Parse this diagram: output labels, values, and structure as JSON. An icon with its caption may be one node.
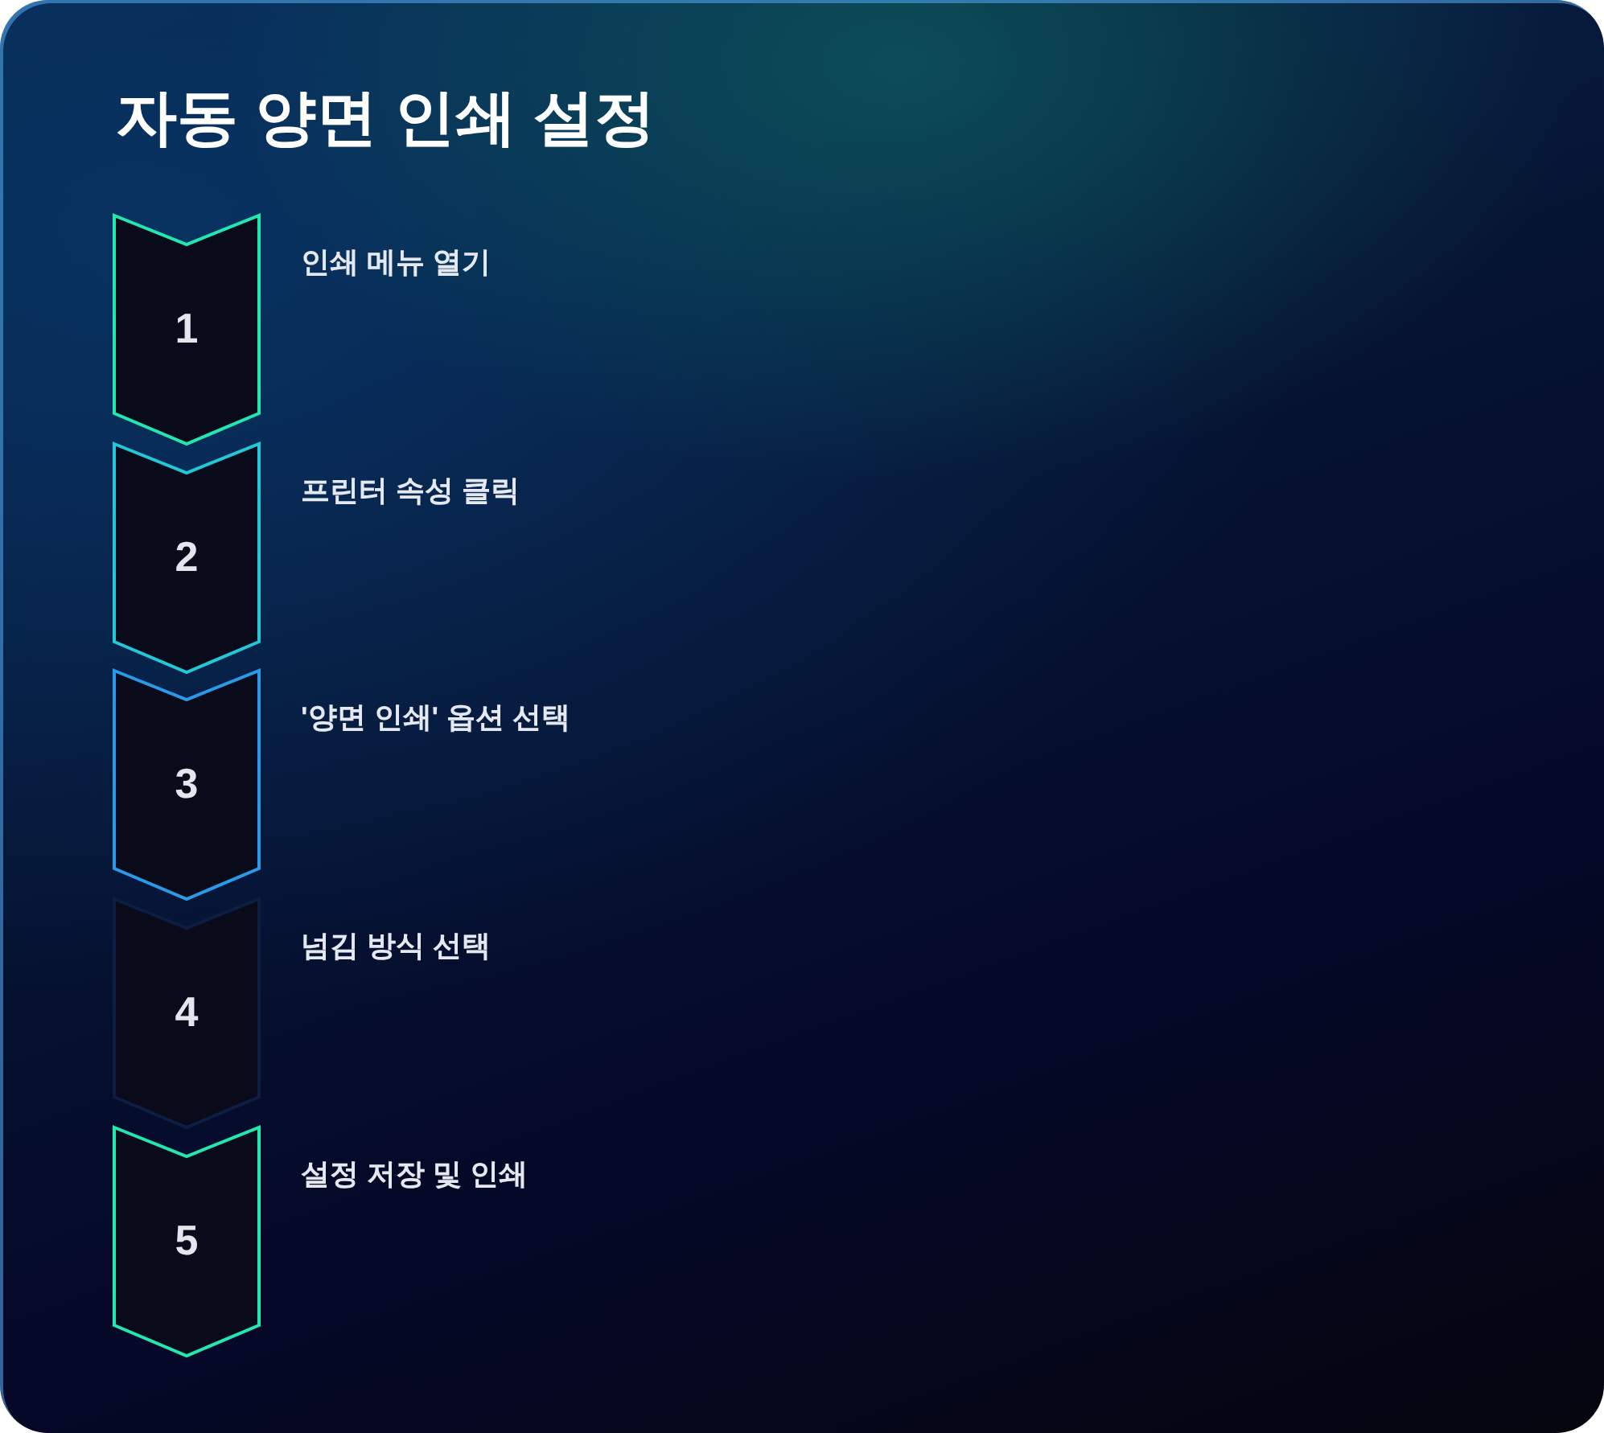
{
  "diagram": {
    "title": "자동 양면 인쇄 설정",
    "nodes": [
      {
        "text": [
          "1"
        ],
        "beside": [
          "인쇄 메뉴 열기"
        ]
      },
      {
        "text": [
          "2"
        ],
        "beside": [
          "프린터 속성 클릭"
        ]
      },
      {
        "text": [
          "3"
        ],
        "beside": [
          "'양면 인쇄' 옵션 선택"
        ]
      },
      {
        "text": [
          "4"
        ],
        "beside": [
          "넘김 방식 선택"
        ]
      },
      {
        "text": [
          "5"
        ],
        "beside": [
          "설정 저장 및 인쇄"
        ]
      }
    ]
  }
}
